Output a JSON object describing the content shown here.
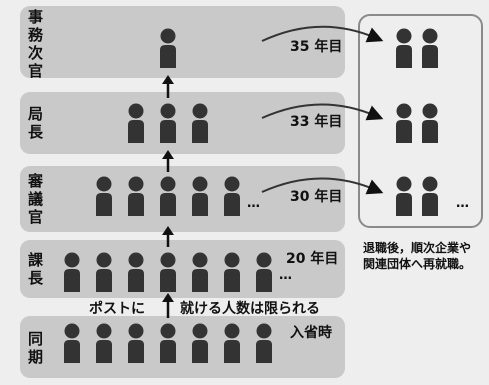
{
  "colors": {
    "box": "#c9c9c9",
    "person": "#333333",
    "background": "#eeeeee",
    "border": "#8a8a8a"
  },
  "icon": "person-icon",
  "levels": [
    {
      "id": "jimujikan",
      "label_chars": [
        "事",
        "務",
        "次",
        "官"
      ],
      "year_label": "35 年目",
      "people_count": 1,
      "ellipsis": ""
    },
    {
      "id": "kyokucho",
      "label_chars": [
        "局",
        "長"
      ],
      "year_label": "33 年目",
      "people_count": 3,
      "ellipsis": ""
    },
    {
      "id": "shingikan",
      "label_chars": [
        "審",
        "議",
        "官"
      ],
      "year_label": "30 年目",
      "people_count": 5,
      "ellipsis": "…"
    },
    {
      "id": "kacho",
      "label_chars": [
        "課",
        "長"
      ],
      "year_label": "20 年目",
      "people_count": 7,
      "ellipsis": "…"
    },
    {
      "id": "doki",
      "label_chars": [
        "同",
        "期"
      ],
      "year_label": "入省時",
      "people_count": 7,
      "ellipsis": ""
    }
  ],
  "reemployment": {
    "counts": [
      2,
      2,
      2
    ],
    "ellipsis": "…",
    "caption_lines": [
      "退職後，順次企業や",
      "関連団体へ再就職。"
    ]
  },
  "caption": {
    "before_arrow": "ポストに",
    "after_arrow": "就ける人数は限られる"
  }
}
